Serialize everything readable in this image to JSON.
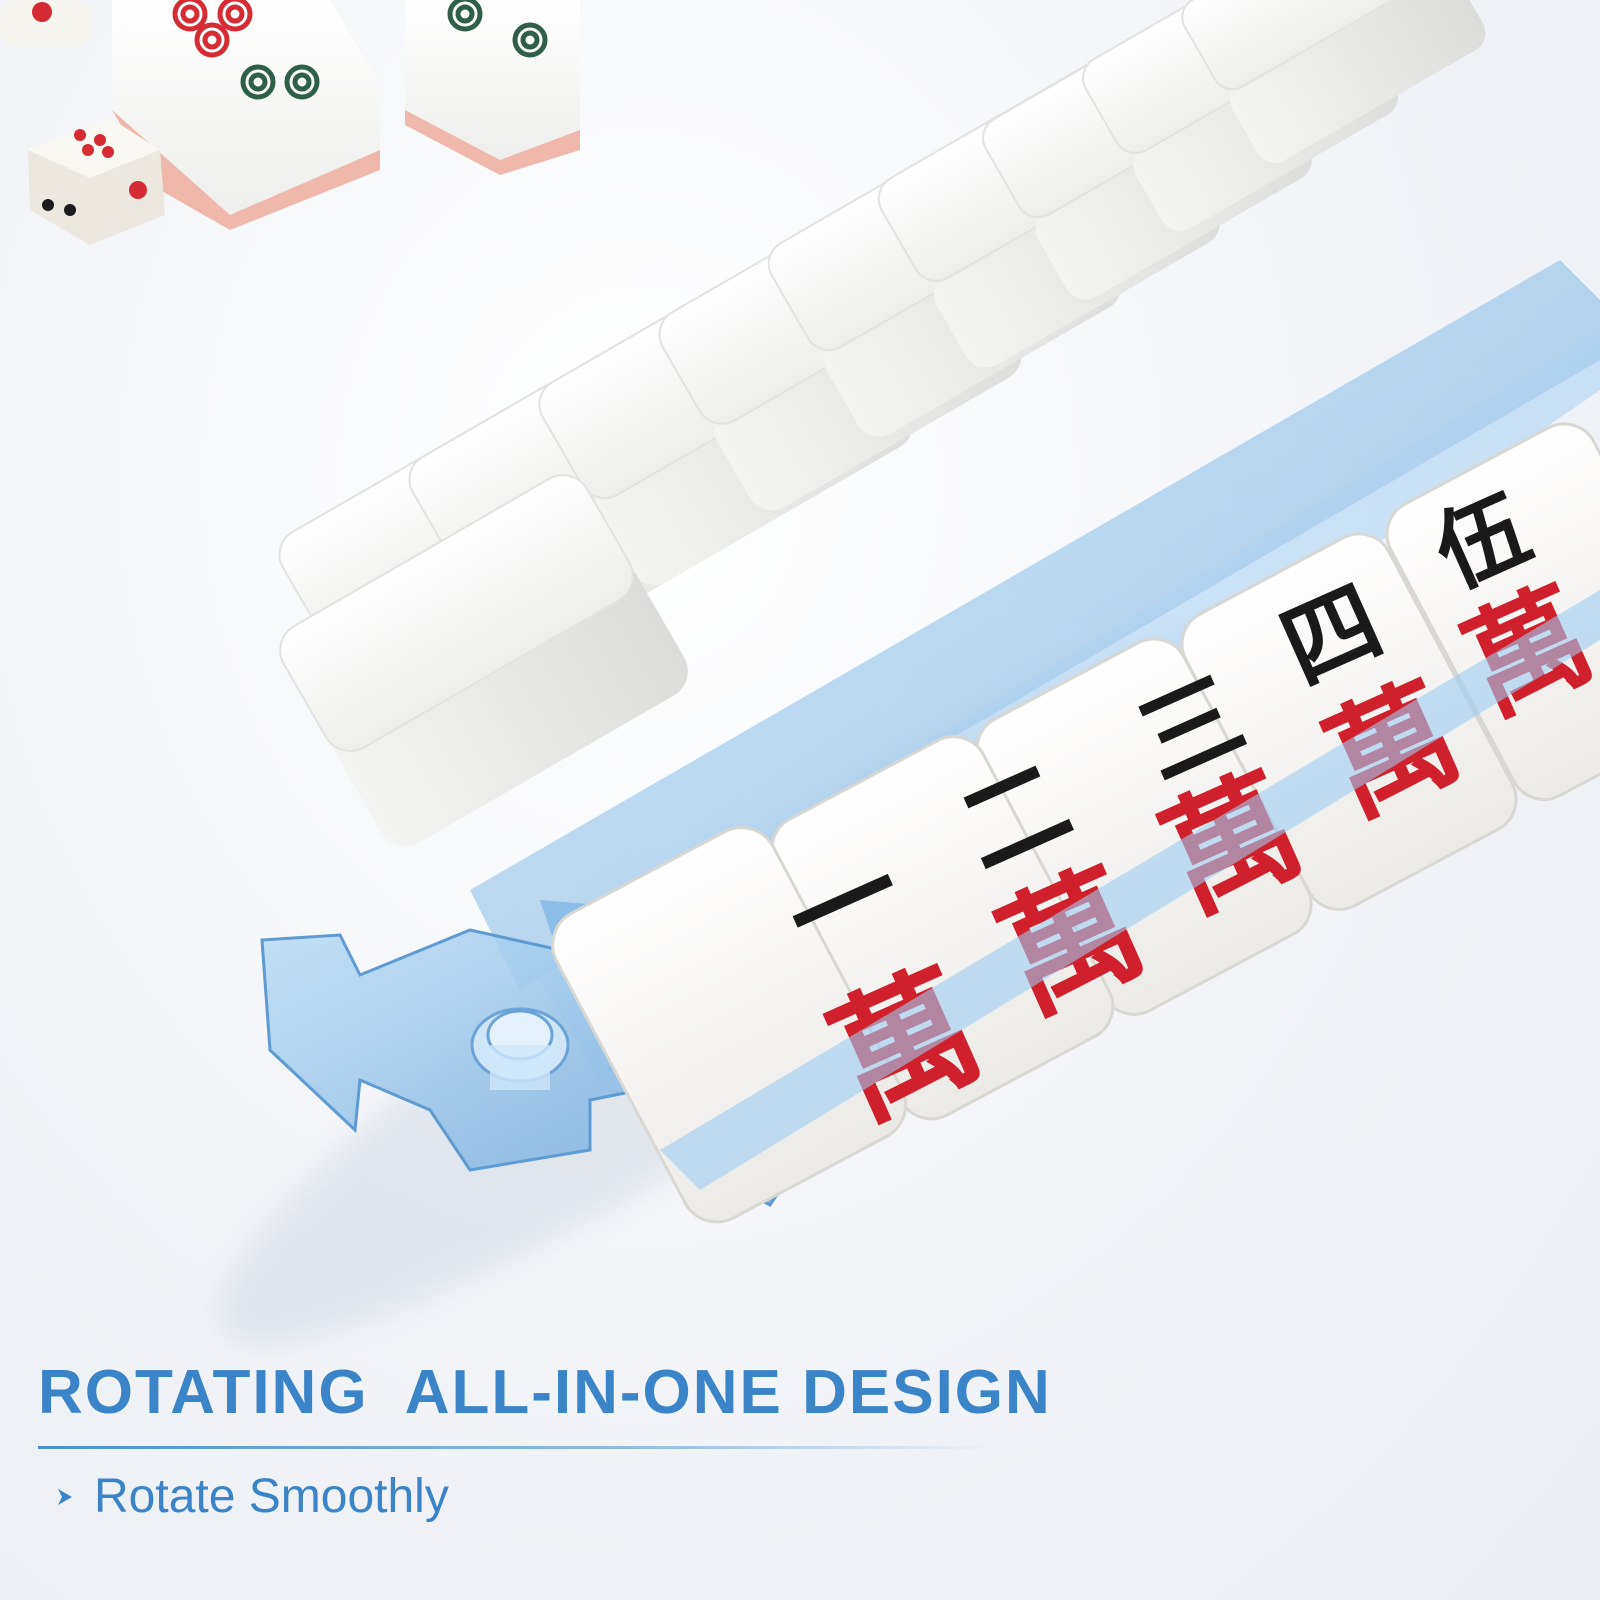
{
  "caption": {
    "headline": "ROTATING  ALL-IN-ONE DESIGN",
    "bullet_icon": "chevron-right-icon",
    "bullet": "Rotate Smoothly"
  },
  "tiles_front": [
    {
      "numeral": "一",
      "suit": "萬"
    },
    {
      "numeral": "二",
      "suit": "萬"
    },
    {
      "numeral": "三",
      "suit": "萬"
    },
    {
      "numeral": "四",
      "suit": "萬"
    },
    {
      "numeral": "伍",
      "suit": "萬"
    }
  ],
  "colors": {
    "accent": "#3b84c7",
    "rack": "#8ec3ef",
    "tile_face": "#f7f7f5",
    "numeral": "#1a1a1a",
    "suit": "#d0202c",
    "dot_red": "#d52b32",
    "dot_green": "#2f5f48"
  }
}
